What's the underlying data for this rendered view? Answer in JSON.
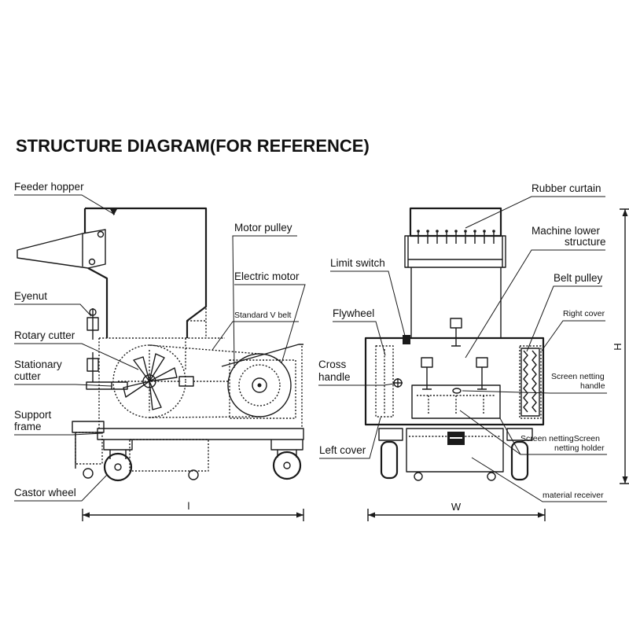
{
  "title": "STRUCTURE DIAGRAM(FOR REFERENCE)",
  "side_view": {
    "feeder_hopper": "Feeder hopper",
    "motor_pulley": "Motor pulley",
    "electric_motor": "Electric motor",
    "standard_v_belt": "Standard V belt",
    "eyenut": "Eyenut",
    "rotary_cutter": "Rotary cutter",
    "stationary_cutter": [
      "Stationary",
      "cutter"
    ],
    "support_frame": [
      "Support",
      "frame"
    ],
    "castor_wheel": "Castor wheel",
    "length_dimension": "l"
  },
  "front_view": {
    "rubber_curtain": "Rubber curtain",
    "machine_lower_structure": [
      "Machine lower",
      "structure"
    ],
    "limit_switch": "Limit switch",
    "belt_pulley": "Belt pulley",
    "flywheel": "Flywheel",
    "right_cover": "Right cover",
    "cross_handle": [
      "Cross",
      "handle"
    ],
    "screen_netting_handle": [
      "Screen netting",
      "handle"
    ],
    "left_cover": "Left cover",
    "screen_netting_holder": [
      "Screen nettingScreen",
      "netting holder"
    ],
    "material_receiver": "material receiver",
    "width_dimension": "W",
    "height_dimension": "H"
  }
}
